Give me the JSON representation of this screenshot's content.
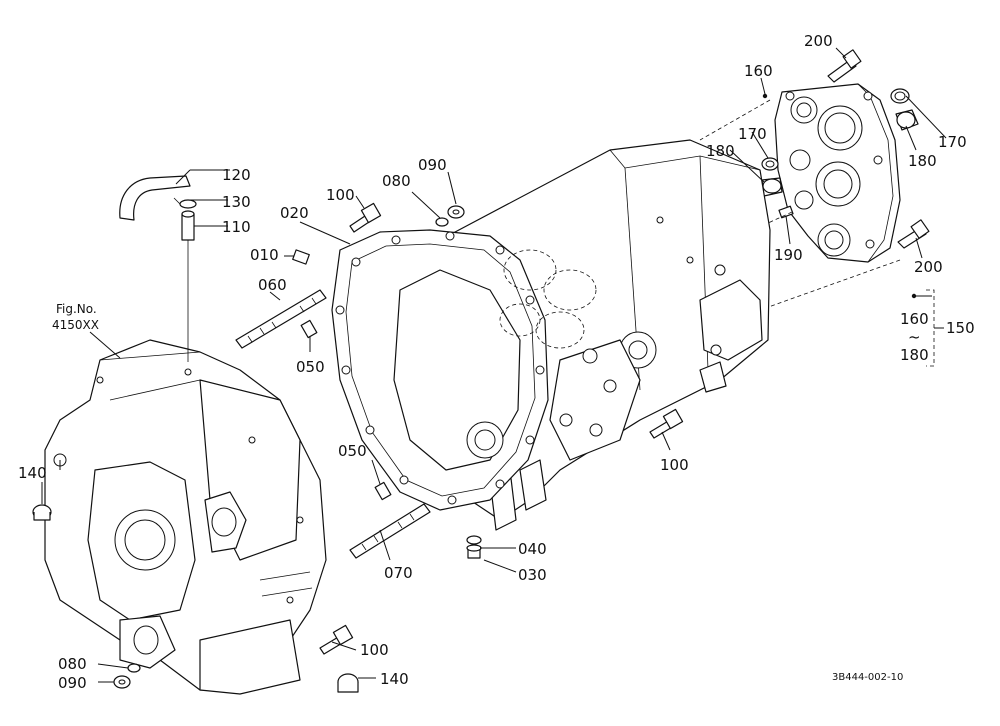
{
  "figure_ref": {
    "line1": "Fig.No.",
    "line2": "4150XX"
  },
  "drawing_code": "3B444-002-10",
  "callouts": {
    "p200_top": "200",
    "p160_top": "160",
    "p170_left": "170",
    "p170_right": "170",
    "p180_left": "180",
    "p180_right": "180",
    "p190": "190",
    "p200_bottom": "200",
    "range_start": "160",
    "range_tilde": "~",
    "range_end": "180",
    "p150": "150",
    "p120": "120",
    "p130": "130",
    "p110": "110",
    "p100_top": "100",
    "p080_top": "080",
    "p090_top": "090",
    "p020": "020",
    "p010": "010",
    "p060": "060",
    "p050_top": "050",
    "p100_mid": "100",
    "p140_left": "140",
    "p050_bottom": "050",
    "p040": "040",
    "p030": "030",
    "p070": "070",
    "p100_bottom": "100",
    "p080_bottom": "080",
    "p090_bottom": "090",
    "p140_bottom": "140"
  }
}
